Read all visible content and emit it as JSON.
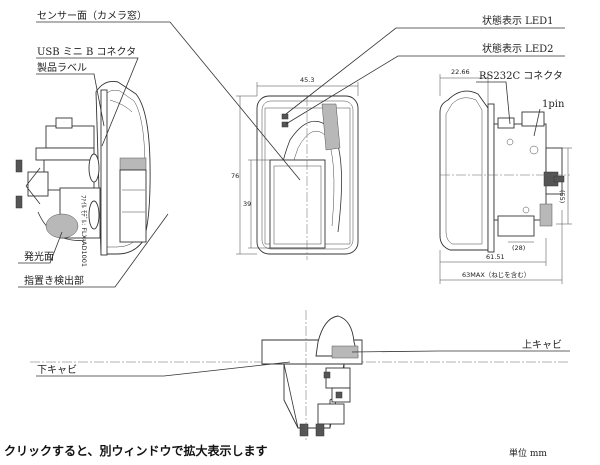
{
  "callouts": {
    "sensor_surface": "センサー面（カメラ窓）",
    "usb_connector": "USB ミニ B コネクタ",
    "product_label": "製品ラベル",
    "emitter_surface": "発光面",
    "finger_detect": "指置き検出部",
    "status_led1": "状態表示 LED1",
    "status_led2": "状態表示 LED2",
    "rs232c": "RS232C コネクタ",
    "pin1": "1pin",
    "lower_cap": "下キャビ",
    "upper_cap": "上キャビ"
  },
  "dimensions": {
    "front_width": "45.3",
    "front_height": "76",
    "inner_height": "39",
    "side_depth_top": "22.66",
    "side_right_height": "(55)",
    "side_small": "(28)",
    "side_overall": "61.51",
    "side_max": "63MAX（ねじを含む）"
  },
  "label_text": "ﾌｧｲﾙ ﾓﾃﾞﾙ: FLX-AD1001",
  "footer": {
    "click_hint": "クリックすると、別ウィンドウで拡大表示します",
    "unit": "単位 mm"
  }
}
